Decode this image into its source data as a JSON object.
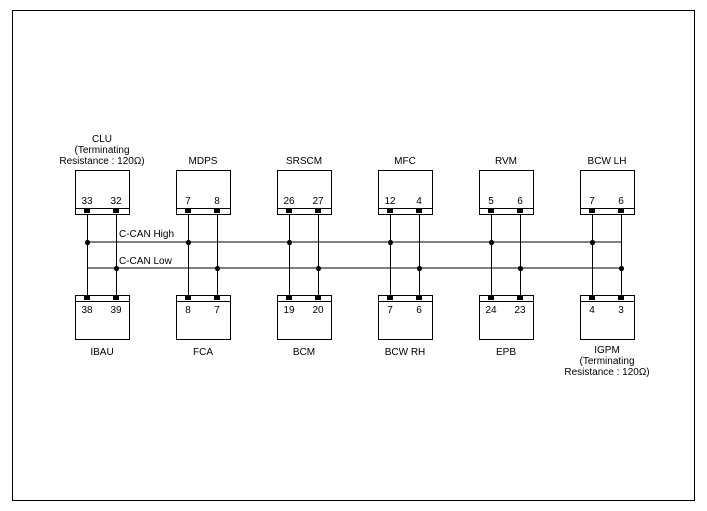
{
  "diagram": {
    "buses": {
      "high_label": "C-CAN High",
      "low_label": "C-CAN Low"
    },
    "top_modules": [
      {
        "name": "CLU",
        "pins": [
          "33",
          "32"
        ],
        "terminating": true,
        "note_lines": [
          "(Terminating",
          "Resistance : 120Ω)"
        ]
      },
      {
        "name": "MDPS",
        "pins": [
          "7",
          "8"
        ],
        "terminating": false
      },
      {
        "name": "SRSCM",
        "pins": [
          "26",
          "27"
        ],
        "terminating": false
      },
      {
        "name": "MFC",
        "pins": [
          "12",
          "4"
        ],
        "terminating": false
      },
      {
        "name": "RVM",
        "pins": [
          "5",
          "6"
        ],
        "terminating": false
      },
      {
        "name": "BCW LH",
        "pins": [
          "7",
          "6"
        ],
        "terminating": false
      }
    ],
    "bottom_modules": [
      {
        "name": "IBAU",
        "pins": [
          "38",
          "39"
        ],
        "terminating": false
      },
      {
        "name": "FCA",
        "pins": [
          "8",
          "7"
        ],
        "terminating": false
      },
      {
        "name": "BCM",
        "pins": [
          "19",
          "20"
        ],
        "terminating": false
      },
      {
        "name": "BCW RH",
        "pins": [
          "7",
          "6"
        ],
        "terminating": false
      },
      {
        "name": "EPB",
        "pins": [
          "24",
          "23"
        ],
        "terminating": false
      },
      {
        "name": "IGPM",
        "pins": [
          "4",
          "3"
        ],
        "terminating": true,
        "note_lines": [
          "(Terminating",
          "Resistance : 120Ω)"
        ]
      }
    ],
    "colors": {
      "line": "#000000",
      "terminating_text": "#e00000"
    }
  }
}
